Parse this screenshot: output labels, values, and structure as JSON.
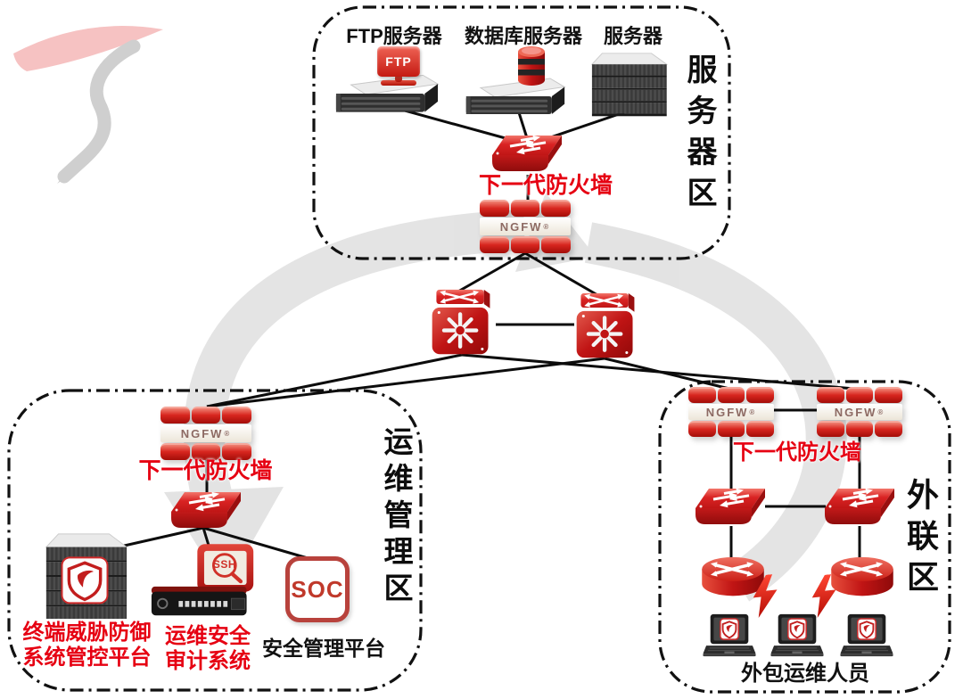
{
  "diagram_title": "network-security-topology",
  "colors": {
    "accent_red": "#e60012",
    "device_red": "#cf1d1d",
    "zone_border": "#111111",
    "watermark_gray": "#d6d6d6",
    "watermark_pink": "#f5bfbf"
  },
  "zones": {
    "server": {
      "label": "服务器区"
    },
    "ops": {
      "label": "运维管理区"
    },
    "external": {
      "label": "外联区"
    }
  },
  "server_zone": {
    "ftp_label": "FTP服务器",
    "ftp_badge": "FTP",
    "db_label": "数据库服务器",
    "server_label": "服务器",
    "firewall_label": "下一代防火墙"
  },
  "ops_zone": {
    "firewall_label": "下一代防火墙",
    "threat_line1": "终端威胁防御",
    "threat_line2": "系统管控平台",
    "audit_line1": "运维安全",
    "audit_line2": "审计系统",
    "ssh_text": "SSH",
    "soc_text": "SOC",
    "soc_platform_label": "安全管理平台"
  },
  "external_zone": {
    "firewall_label": "下一代防火墙",
    "staff_label": "外包运维人员"
  },
  "devices": {
    "ngfw_label": "NGFW",
    "reg_mark": "®"
  }
}
